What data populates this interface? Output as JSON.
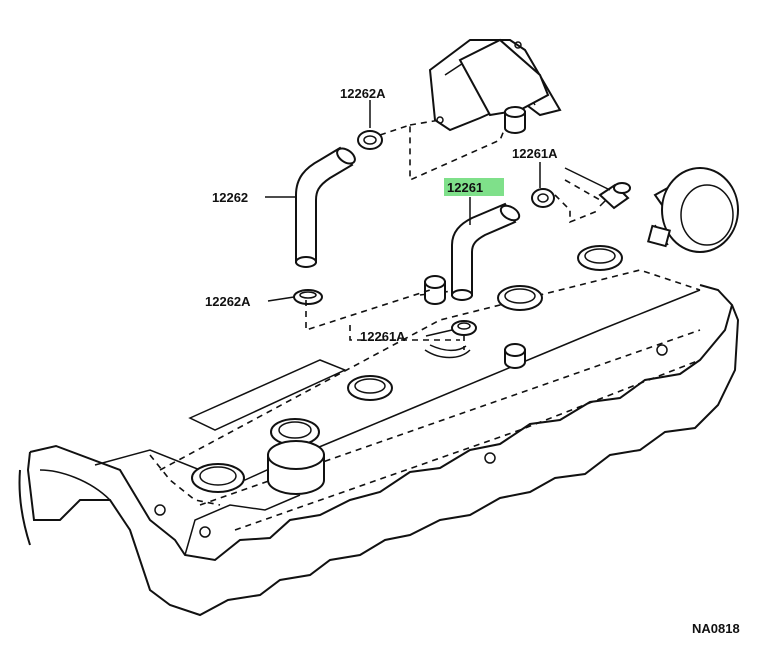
{
  "callouts": {
    "c12262A_top": "12262A",
    "c12262": "12262",
    "c12262A_bottom": "12262A",
    "c12261A_top": "12261A",
    "c12261": "12261",
    "c12261A_bottom": "12261A"
  },
  "highlighted_part": "12261",
  "highlight_color": "#7fe08a",
  "figure_code": "NA0818"
}
